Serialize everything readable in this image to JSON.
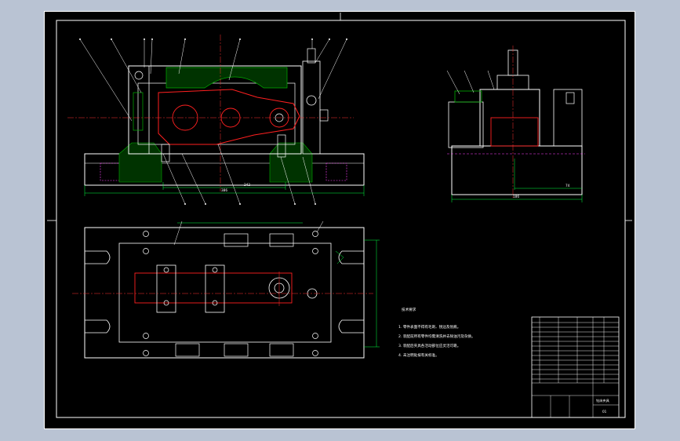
{
  "drawing": {
    "sheet_color": "#000000",
    "frame_color": "#ffffff",
    "outline_color": "#ffffff",
    "part_color": "#ff2020",
    "centerline_color": "#ff3030",
    "dimension_color": "#00ff40",
    "hidden_color": "#ff40ff",
    "hatch_color": "#00b000"
  },
  "tech_req": {
    "title": "技术要求",
    "items": [
      "1. 零件表面不得有毛刺、锐边及划痕。",
      "2. 装配前所有零件均需清洗并去除油污及杂质。",
      "3. 装配后夹具各活动部位应灵活可靠。",
      "4. 未注明处按有关标准。"
    ]
  },
  "dims": {
    "front_overall": "386",
    "front_inner": "242",
    "side_overall": "186",
    "side_inner": "74"
  },
  "title_block": {
    "name": "钻床夹具",
    "drawing_no": "01"
  }
}
